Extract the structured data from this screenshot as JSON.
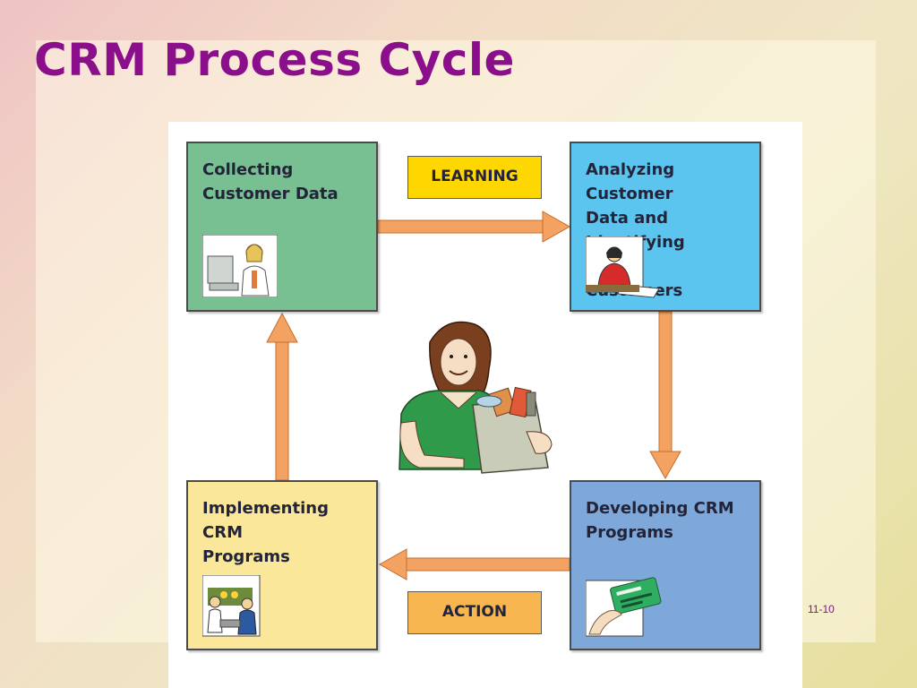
{
  "slide": {
    "title": "CRM Process Cycle",
    "page_number": "11-10"
  },
  "diagram": {
    "boxes": {
      "collecting": [
        "Collecting",
        "Customer Data"
      ],
      "analyzing": [
        "Analyzing Customer",
        "Data and Identifying",
        "Target Customers"
      ],
      "developing": [
        "Developing CRM",
        "Programs"
      ],
      "implementing": [
        "Implementing CRM",
        "Programs"
      ]
    },
    "stage_labels": {
      "learning": "LEARNING",
      "action": "ACTION"
    },
    "illustrations": {
      "collecting": "clerk-at-computer-icon",
      "analyzing": "analyst-at-desk-icon",
      "developing": "credit-card-icon",
      "implementing": "store-staff-icon",
      "center": "shopper-with-bag-icon"
    },
    "colors": {
      "title": "#8b0f8b",
      "collecting_box": "#78bf91",
      "analyzing_box": "#5cc5ef",
      "developing_box": "#7ea8d9",
      "implementing_box": "#fbe79a",
      "learning_label": "#ffd700",
      "action_label": "#f7b650",
      "arrow": "#f4a261"
    }
  }
}
